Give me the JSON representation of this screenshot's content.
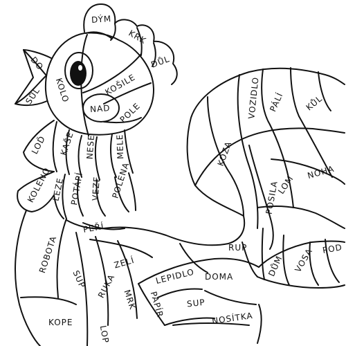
{
  "words": {
    "dym": "DÝM",
    "krk": "KRK",
    "dul": "DŮL",
    "do": "DO",
    "sul": "SŮL",
    "kolo": "KOLO",
    "kosile": "KOŠILE",
    "nad": "NAD",
    "pole": "POLE",
    "lod": "LOĎ",
    "kase": "KAŠE",
    "nese": "NESE",
    "mele": "MELE",
    "koleno": "KOLENO",
    "leze": "LEZE",
    "potapi": "POTÁPÍ",
    "veze": "VEZE",
    "polena": "POLENA",
    "peri": "PEŘÍ",
    "robota": "ROBOTA",
    "sup1": "SUP",
    "kope": "KOPE",
    "ruka": "RUKA",
    "lopata": "LOP",
    "zeli": "ZELÍ",
    "mrk": "MRK",
    "lepidlo": "LEPIDLO",
    "papir": "PAPÍR",
    "doma": "DOMA",
    "sup2": "SUP",
    "nositka": "NOSÍTKA",
    "rup": "RUP",
    "koza": "KOZA",
    "vozidlo": "VOZIDLO",
    "pali": "PÁLÍ",
    "kul": "KŮL",
    "posila": "POSILA",
    "lom": "LOM",
    "noha": "NOHA",
    "dum": "DŮM",
    "vosa": "VOSA",
    "pod": "POD"
  }
}
